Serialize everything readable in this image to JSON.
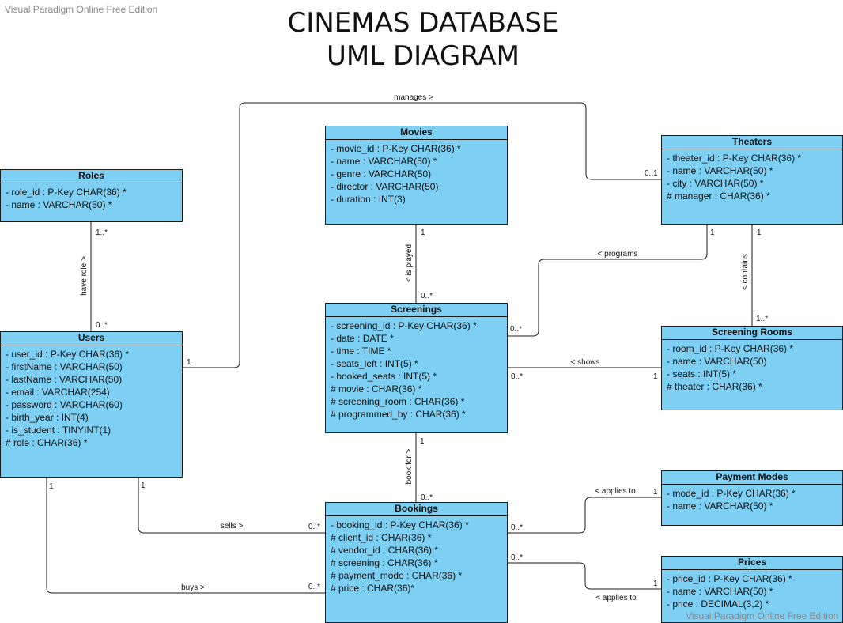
{
  "watermark": {
    "top": "Visual Paradigm Online Free Edition",
    "bottom": "Visual Paradigm Online Free Edition"
  },
  "title": {
    "line1": "CINEMAS DATABASE",
    "line2": "UML DIAGRAM"
  },
  "colors": {
    "class_fill": "#7dcff4",
    "stroke": "#1a1a1a"
  },
  "classes": [
    {
      "id": "roles",
      "name": "Roles",
      "attributes": [
        "- role_id : P-Key CHAR(36) *",
        "- name : VARCHAR(50) *"
      ]
    },
    {
      "id": "movies",
      "name": "Movies",
      "attributes": [
        "- movie_id : P-Key CHAR(36) *",
        "- name : VARCHAR(50) *",
        "- genre : VARCHAR(50)",
        "- director : VARCHAR(50)",
        "- duration : INT(3)"
      ]
    },
    {
      "id": "theaters",
      "name": "Theaters",
      "attributes": [
        "- theater_id : P-Key CHAR(36) *",
        "- name : VARCHAR(50) *",
        "- city : VARCHAR(50) *",
        "# manager : CHAR(36) *"
      ]
    },
    {
      "id": "users",
      "name": "Users",
      "attributes": [
        "- user_id : P-Key CHAR(36) *",
        "- firstName : VARCHAR(50)",
        "- lastName : VARCHAR(50)",
        "- email : VARCHAR(254)",
        "- password : VARCHAR(60)",
        "- birth_year : INT(4)",
        "- is_student : TINYINT(1)",
        "# role : CHAR(36) *"
      ]
    },
    {
      "id": "screenings",
      "name": "Screenings",
      "attributes": [
        "- screening_id : P-Key CHAR(36) *",
        "- date : DATE *",
        "- time : TIME *",
        "- seats_left : INT(5) *",
        "- booked_seats : INT(5) *",
        "# movie : CHAR(36) *",
        "# screening_room : CHAR(36) *",
        "# programmed_by : CHAR(36) *"
      ]
    },
    {
      "id": "screening_rooms",
      "name": "Screening Rooms",
      "attributes": [
        "- room_id : P-Key CHAR(36) *",
        "- name : VARCHAR(50)",
        "- seats : INT(5) *",
        "# theater : CHAR(36) *"
      ]
    },
    {
      "id": "bookings",
      "name": "Bookings",
      "attributes": [
        "- booking_id : P-Key CHAR(36) *",
        "# client_id : CHAR(36) *",
        "# vendor_id : CHAR(36) *",
        "# screening : CHAR(36) *",
        "# payment_mode : CHAR(36) *",
        "# price : CHAR(36)*"
      ]
    },
    {
      "id": "payment_modes",
      "name": "Payment Modes",
      "attributes": [
        "- mode_id : P-Key CHAR(36) *",
        "- name : VARCHAR(50) *"
      ]
    },
    {
      "id": "prices",
      "name": "Prices",
      "attributes": [
        "- price_id : P-Key CHAR(36) *",
        "- name : VARCHAR(50) *",
        "- price : DECIMAL(3,2) *"
      ]
    }
  ],
  "associations": [
    {
      "id": "manages",
      "label": "manages >",
      "mult_a": "1",
      "mult_b": "0..1"
    },
    {
      "id": "have_role",
      "label": "have role >",
      "mult_a": "1..*",
      "mult_b": "0..*"
    },
    {
      "id": "is_played",
      "label": "< is played",
      "mult_a": "1",
      "mult_b": "0..*"
    },
    {
      "id": "programs",
      "label": "< programs",
      "mult_a": "1",
      "mult_b": "0..*"
    },
    {
      "id": "contains",
      "label": "< contains",
      "mult_a": "1",
      "mult_b": "1..*"
    },
    {
      "id": "shows",
      "label": "< shows",
      "mult_a": "0..*",
      "mult_b": "1"
    },
    {
      "id": "book_for",
      "label": "book for >",
      "mult_a": "1",
      "mult_b": "0..*"
    },
    {
      "id": "sells",
      "label": "sells >",
      "mult_a": "1",
      "mult_b": "0..*"
    },
    {
      "id": "buys",
      "label": "buys >",
      "mult_a": "1",
      "mult_b": "0..*"
    },
    {
      "id": "applies_payment",
      "label": "< applies to",
      "mult_a": "0..*",
      "mult_b": "1"
    },
    {
      "id": "applies_price",
      "label": "< applies to",
      "mult_a": "0..*",
      "mult_b": "1"
    }
  ]
}
